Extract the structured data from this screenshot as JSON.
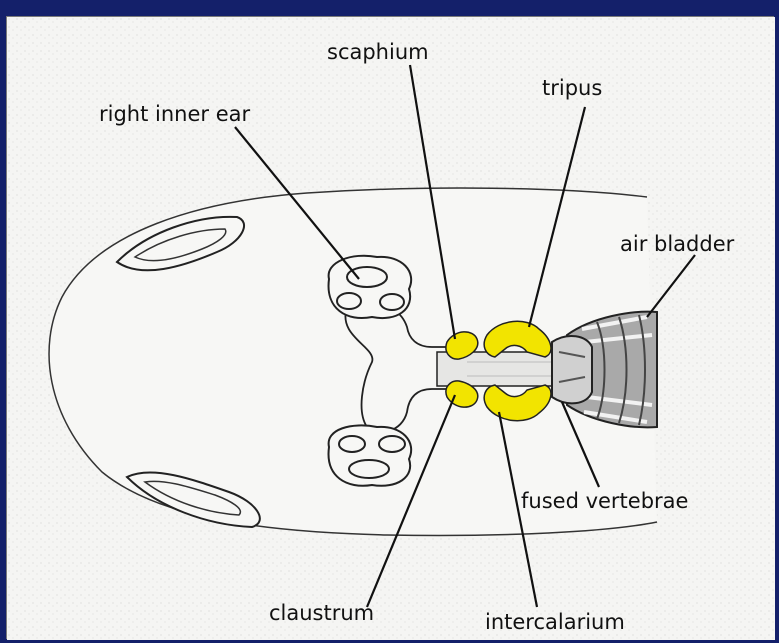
{
  "labels": {
    "scaphium": "scaphium",
    "tripus": "tripus",
    "right_inner_ear": "right inner ear",
    "air_bladder": "air bladder",
    "fused_vertebrae": "fused vertebrae",
    "claustrum": "claustrum",
    "intercalarium": "intercalarium"
  },
  "colors": {
    "frame": "#14206a",
    "background": "#f5f5f3",
    "outline": "#222222",
    "weberian_ossicles": "#f2e400",
    "air_bladder": "#9a9a9a",
    "vertebrae": "#bdbdbd"
  }
}
